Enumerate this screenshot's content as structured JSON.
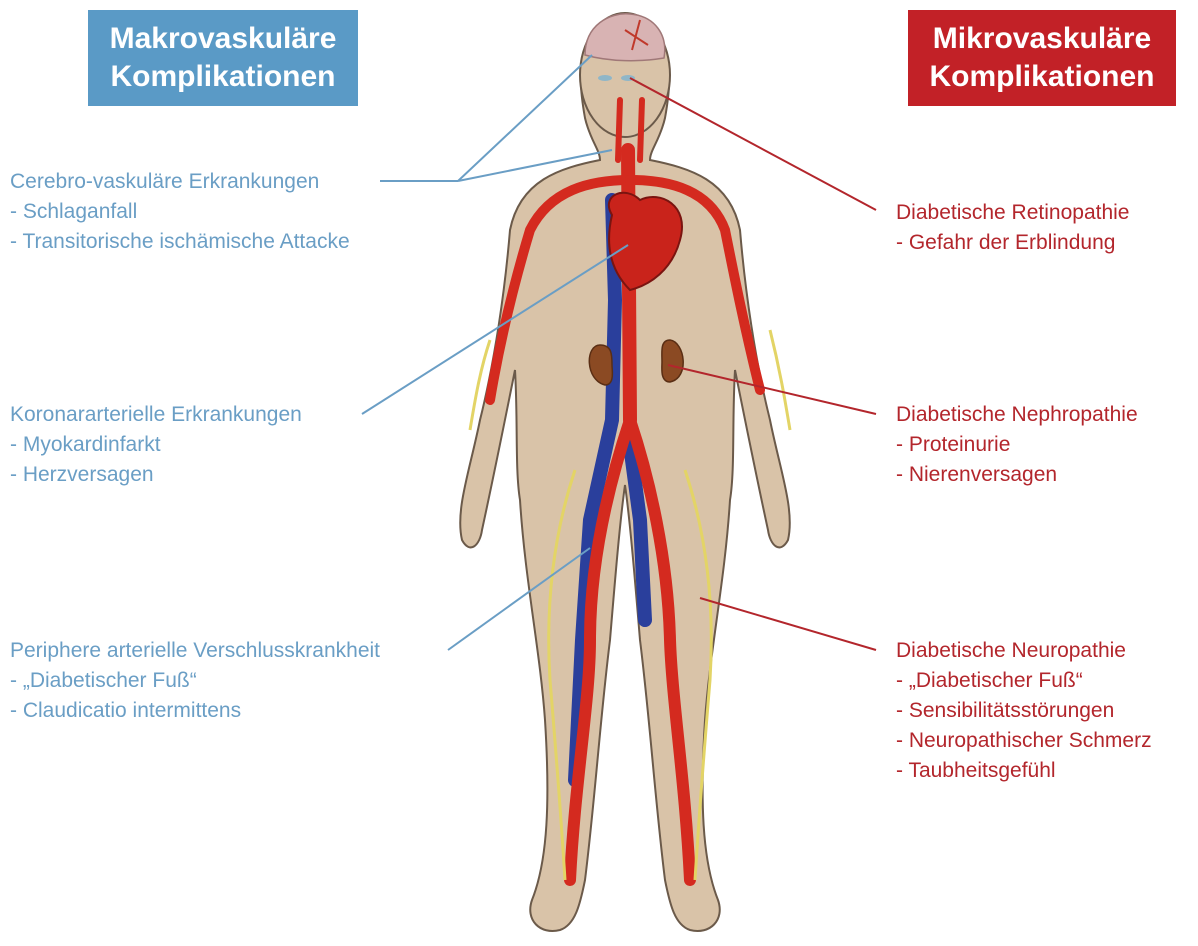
{
  "header_left": {
    "line1": "Makrovaskuläre",
    "line2": "Komplikationen",
    "color": "#5a9ac6"
  },
  "header_right": {
    "line1": "Mikrovaskuläre",
    "line2": "Komplikationen",
    "color": "#c22127"
  },
  "macro": [
    {
      "title": "Cerebro-vaskuläre Erkrankungen",
      "items": [
        "- Schlaganfall",
        "- Transitorische ischämische Attacke"
      ]
    },
    {
      "title": "Koronararterielle Erkrankungen",
      "items": [
        "- Myokardinfarkt",
        "- Herzversagen"
      ]
    },
    {
      "title": "Periphere arterielle Verschlusskrankheit",
      "items": [
        "- „Diabetischer Fuß“",
        "- Claudicatio intermittens"
      ]
    }
  ],
  "micro": [
    {
      "title": "Diabetische Retinopathie",
      "items": [
        "- Gefahr der Erblindung"
      ]
    },
    {
      "title": "Diabetische Nephropathie",
      "items": [
        "- Proteinurie",
        "- Nierenversagen"
      ]
    },
    {
      "title": "Diabetische Neuropathie",
      "items": [
        "- „Diabetischer Fuß“",
        "- Sensibilitätsstörungen",
        "- Neuropathischer Schmerz",
        "- Taubheitsgefühl"
      ]
    }
  ],
  "colors": {
    "macro_text": "#6a9ec5",
    "micro_text": "#b3262c",
    "skin": "#d9c3a8",
    "artery": "#d42a1f",
    "vein": "#2a3f9c",
    "nerve": "#e3d466",
    "kidney": "#8b4a23"
  }
}
